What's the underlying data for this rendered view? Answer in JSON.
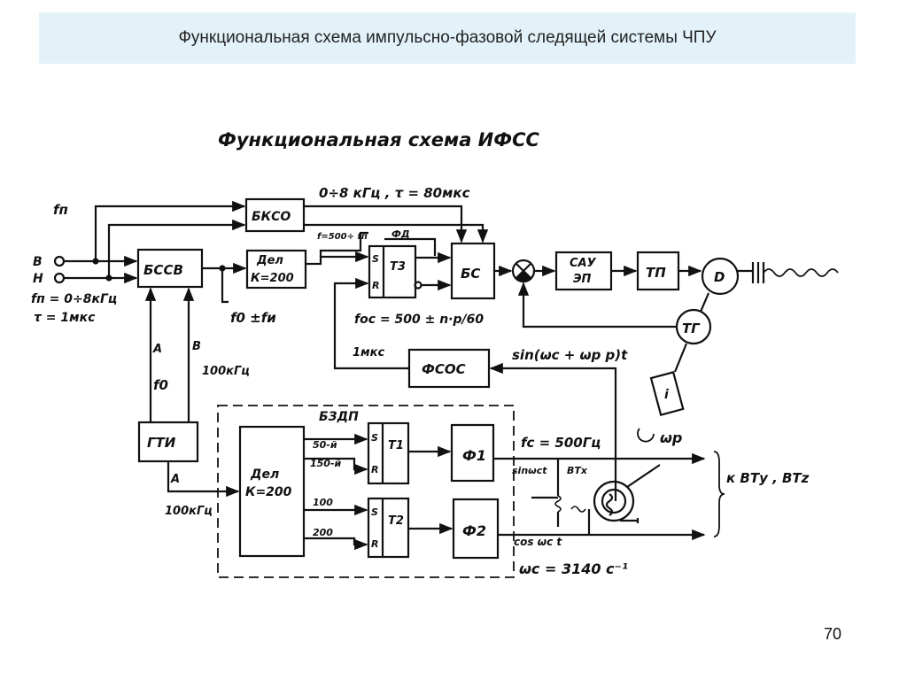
{
  "slide": {
    "title": "Функциональная схема импульсно-фазовой следящей системы ЧПУ",
    "page_number": "70"
  },
  "diagram": {
    "heading": "Функциональная схема ИФСС",
    "blocks": {
      "bkso": "БКСО",
      "bssv": "БССВ",
      "del_top_line1": "Дел",
      "del_top_line2": "К=200",
      "fd": "ФД",
      "t3": "Т3",
      "bs": "БС",
      "sau_line1": "САУ",
      "sau_line2": "ЭП",
      "tp": "ТП",
      "d": "D",
      "tg": "ТГ",
      "fsos": "ФСОС",
      "gti": "ГТИ",
      "bzdp": "БЗДП",
      "del_big_line1": "Дел",
      "del_big_line2": "К=200",
      "t1": "Т1",
      "t2": "Т2",
      "f1": "Ф1",
      "f2": "Ф2",
      "i_box": "i"
    },
    "labels": {
      "fp_top": "fп",
      "v": "В",
      "n": "Н",
      "fp_range": "fп = 0÷8кГц",
      "tau_1": "τ = 1мкс",
      "a_up": "А",
      "b_up": "В",
      "f0": "f0",
      "khz100_upper": "100кГц",
      "f0_fi": "f0 ±fи",
      "bkso_spec": "0÷8 кГц , τ = 80мкс",
      "f500": "f=500÷ fп",
      "fos": "fос = 500 ± n·p/60",
      "mks1": "1мкс",
      "sin_feedback": "sin(ωс + ωp p)t",
      "a_lower": "А",
      "khz100_lower": "100кГц",
      "out_50": "50-й",
      "out_150": "150-й",
      "out_100": "100",
      "out_200": "200",
      "s1": "S",
      "r1": "R",
      "s2": "S",
      "r2": "R",
      "s3": "S",
      "r3": "R",
      "fc": "fс = 500Гц",
      "sin_wct": "sinωсt",
      "btx": "ВТх",
      "cos_wct": "cos ωс t",
      "omega_p": "ωр",
      "to_bt": "к ВТy , ВТz",
      "omega_c": "ωс = 3140 с⁻¹"
    }
  },
  "colors": {
    "title_background": "#e3f2f9",
    "line": "#111111"
  }
}
